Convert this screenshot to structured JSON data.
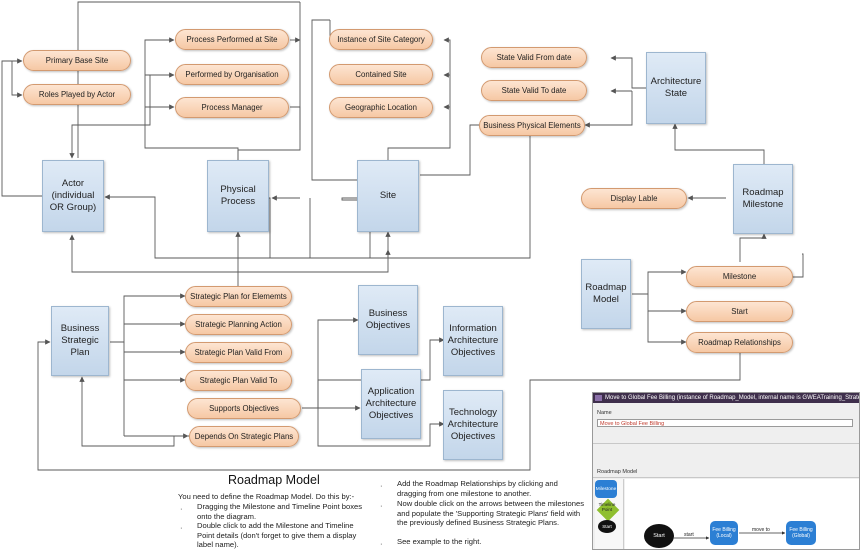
{
  "boxes": {
    "actor": "Actor\n(individual\nOR Group)",
    "physical_process": "Physical\nProcess",
    "site": "Site",
    "architecture_state": "Architecture\nState",
    "roadmap_milestone": "Roadmap\nMilestone",
    "roadmap_model": "Roadmap\nModel",
    "business_strategic_plan": "Business\nStrategic\nPlan",
    "business_objectives": "Business\nObjectives",
    "information_architecture_objectives": "Information\nArchitecture\nObjectives",
    "application_architecture_objectives": "Application\nArchitecture\nObjectives",
    "technology_architecture_objectives": "Technology\nArchitecture\nObjectives"
  },
  "pills": {
    "primary_base_site": "Primary Base Site",
    "roles_played_by_actor": "Roles Played by Actor",
    "process_performed_at_site": "Process Performed at Site",
    "performed_by_organisation": "Performed by Organisation",
    "process_manager": "Process Manager",
    "instance_of_site_category": "Instance of Site Category",
    "contained_site": "Contained Site",
    "geographic_location": "Geographic Location",
    "state_valid_from_date": "State Valid From date",
    "state_valid_to_date": "State Valid To date",
    "business_physical_elements": "Business Physical Elements",
    "display_lable": "Display Lable",
    "milestone": "Milestone",
    "start": "Start",
    "roadmap_relationships": "Roadmap Relationships",
    "strategic_plan_for_elements": "Strategic Plan for Elememts",
    "strategic_planning_action": "Strategic Planning Action",
    "strategic_plan_valid_from": "Strategic Plan Valid From",
    "strategic_plan_valid_to": "Strategic Plan Valid To",
    "supports_objectives": "Supports Objectives",
    "depends_on_strategic_plans": "Depends On Strategic Plans"
  },
  "instructions": {
    "heading": "Roadmap Model",
    "intro": "You need to define the Roadmap Model.  Do this by:-",
    "bullet_char": "·",
    "step1": "Dragging the Milestone and Timeline Point boxes onto the diagram.",
    "step2": "Double click to add the Milestone and Timeline Point details (don't forget to give them a display label name).",
    "step3": "Add the Roadmap Relationships by clicking and dragging from one milestone to another.",
    "step4": "Now double click on the arrows between the milestones and populate the 'Supporting Strategic Plans' field with the previously defined Business Strategic Plans.",
    "step5": "See example to the right."
  },
  "screenshot": {
    "title": "Move to Global Fee Billing  (instance of Roadmap_Model, internal name is GWEATraining_Strategy",
    "name_label": "Name",
    "name_value": "Move to Global Fee Billing",
    "roadmap_model_label": "Roadmap Model",
    "palette_milestone": "Milestone",
    "palette_timeline": "Timeline Point",
    "palette_start": "Start",
    "canvas_start": "Start",
    "canvas_start_link": "start",
    "canvas_move_link": "move to",
    "node_local": "Fee Billing\n(Local)",
    "node_global": "Fee Billing\n(Global)"
  },
  "colors": {
    "box_fill": "#c9dbee",
    "pill_fill": "#f8cfae",
    "connector": "#555555",
    "node_blue": "#2c7fd4"
  }
}
